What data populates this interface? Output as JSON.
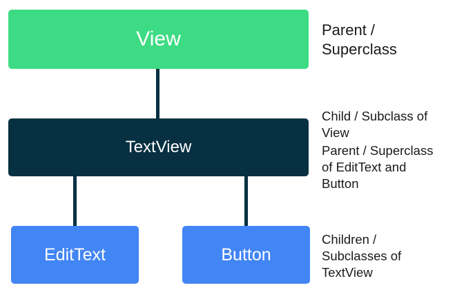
{
  "nodes": {
    "view": "View",
    "textview": "TextView",
    "edittext": "EditText",
    "button": "Button"
  },
  "annotations": {
    "view": "Parent /\nSuperclass",
    "textview_child": "Child / Subclass of\nView",
    "textview_parent": "Parent / Superclass\nof EditText and\nButton",
    "children": "Children /\nSubclasses of\nTextView"
  },
  "colors": {
    "view_fill": "#3ddc84",
    "textview_fill": "#073042",
    "leaf_fill": "#4285f4",
    "connector": "#073042"
  }
}
